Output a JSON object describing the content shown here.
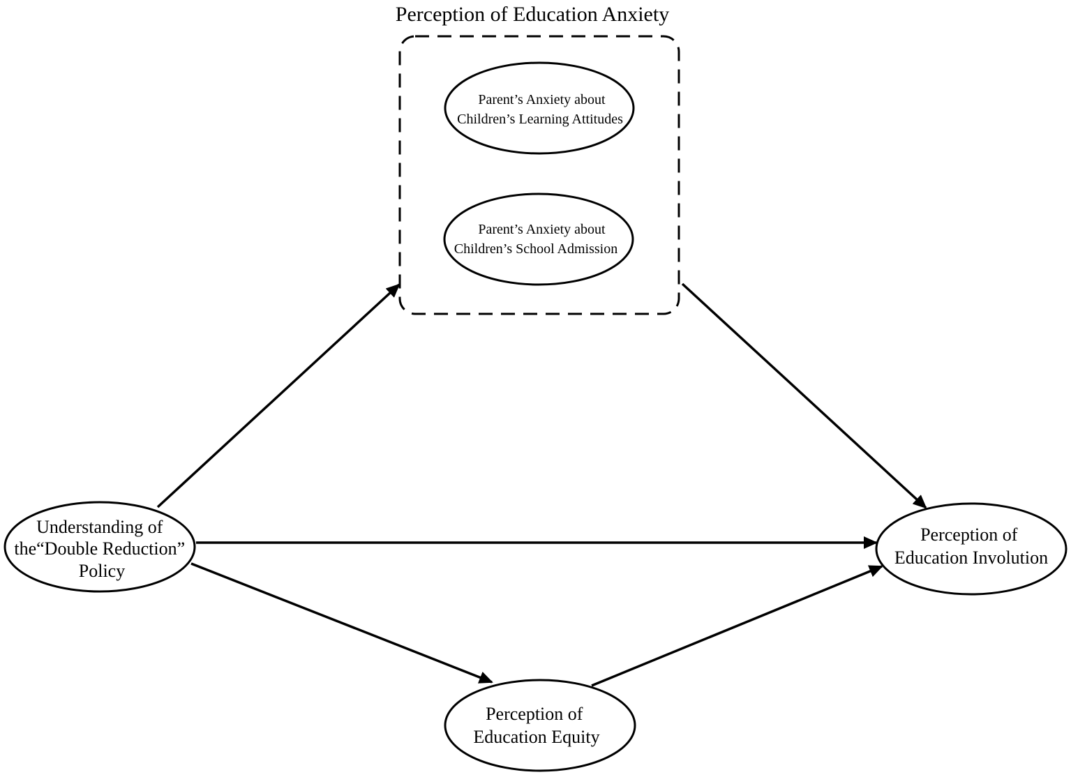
{
  "diagram": {
    "group_title": "Perception of Education Anxiety",
    "nodes": {
      "policy": {
        "lines": [
          "Understanding of",
          "the“Double Reduction”",
          "Policy"
        ]
      },
      "anxiety_learning": {
        "lines": [
          "Parent’s Anxiety about",
          "Children’s Learning Attitudes"
        ]
      },
      "anxiety_admission": {
        "lines": [
          "Parent’s Anxiety about",
          "Children’s School Admission"
        ]
      },
      "involution": {
        "lines": [
          "Perception of",
          "Education Involution"
        ]
      },
      "equity": {
        "lines": [
          "Perception of",
          "Education Equity"
        ]
      }
    },
    "edges": [
      {
        "from": "policy",
        "to": "anxiety-group"
      },
      {
        "from": "anxiety-group",
        "to": "involution"
      },
      {
        "from": "policy",
        "to": "involution"
      },
      {
        "from": "policy",
        "to": "equity"
      },
      {
        "from": "equity",
        "to": "involution"
      }
    ],
    "colors": {
      "stroke": "#000000",
      "background": "#ffffff"
    }
  }
}
